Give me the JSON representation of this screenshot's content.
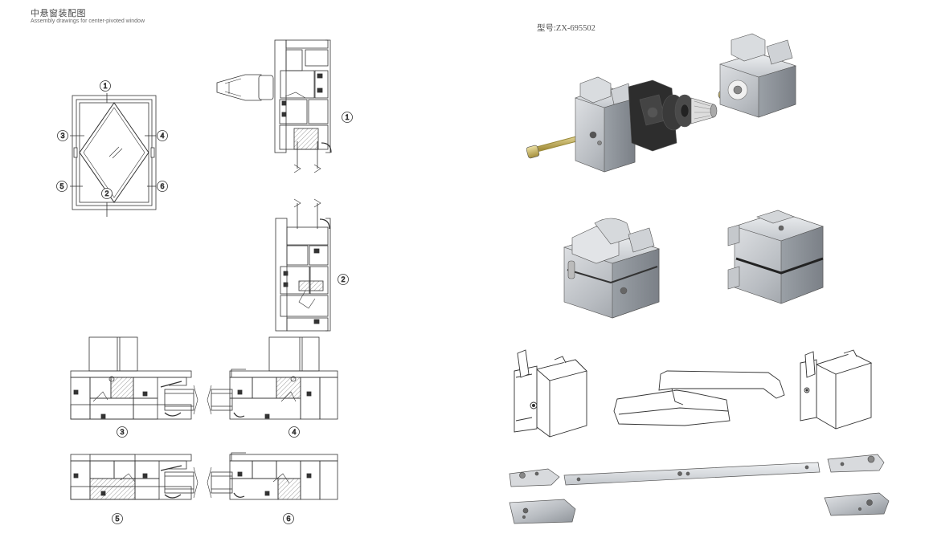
{
  "header": {
    "title_zh": "中悬窗装配图",
    "title_en": "Assembly drawings for center-pivoted window"
  },
  "model": {
    "label": "型号",
    "value": ":ZX-695502"
  },
  "callouts": [
    "1",
    "2",
    "3",
    "4",
    "5",
    "6"
  ],
  "colors": {
    "line": "#333333",
    "metal_light": "#c9ccd0",
    "metal_mid": "#9ea3a9",
    "metal_dark": "#6b7077",
    "rubber": "#2d2d2d",
    "brass": "#c8b35a"
  }
}
